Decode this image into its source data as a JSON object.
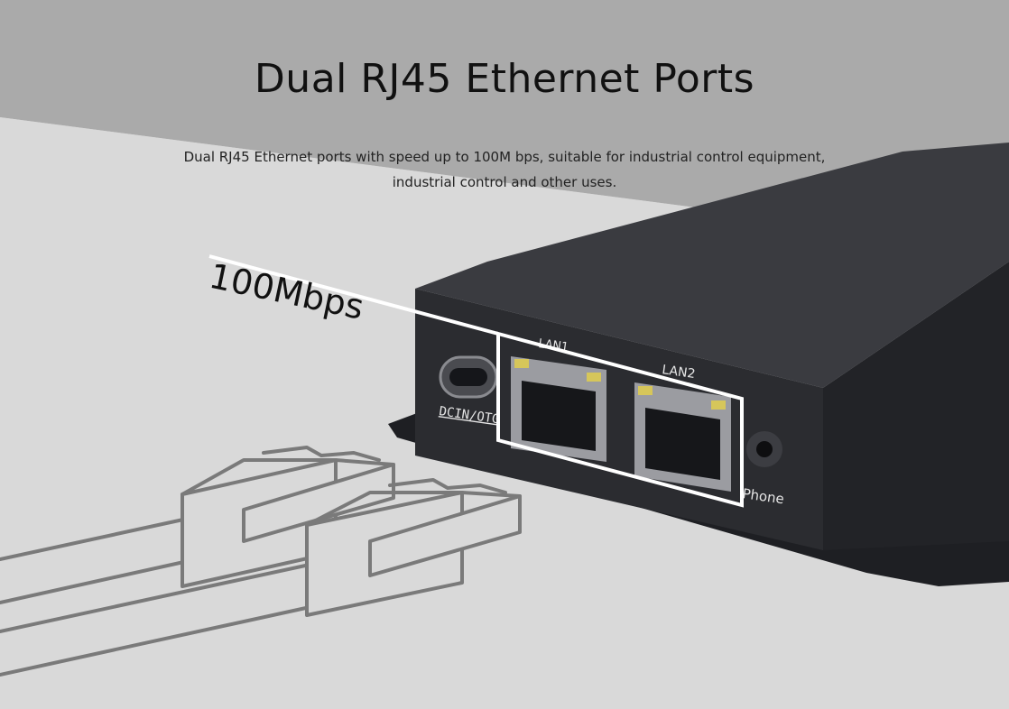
{
  "heading": "Dual RJ45 Ethernet Ports",
  "description_line1": "Dual RJ45 Ethernet ports with speed up to 100M bps, suitable for industrial control equipment,",
  "description_line2": "industrial control and other uses.",
  "speed_label": "100Mbps",
  "ports": {
    "lan1": "LAN1",
    "lan2": "LAN2",
    "power": "DCIN/OTG",
    "audio": "Phone"
  },
  "colors": {
    "background_dark": "#aaaaaa",
    "background_light": "#d9d9d9",
    "device": "#2b2c30",
    "highlight": "#ffffff",
    "cable": "#7a7a7a"
  }
}
